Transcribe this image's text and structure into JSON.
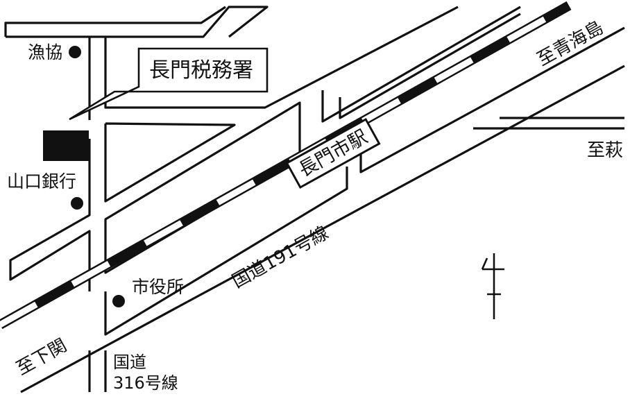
{
  "map": {
    "colors": {
      "ink": "#111111",
      "paper": "#ffffff"
    },
    "callout": {
      "label": "長門税務署"
    },
    "station": {
      "label": "長門市駅"
    },
    "places": {
      "fisheries_coop": "漁協",
      "yamaguchi_bank": "山口銀行",
      "city_hall": "市役所"
    },
    "roads": {
      "route191": "国道191号線",
      "route316_line1": "国道",
      "route316_line2": "316号線"
    },
    "directions": {
      "aomi": "至青海島",
      "hagi": "至萩",
      "shimonoseki": "至下関"
    },
    "compass": {
      "icon": "north-arrow-icon"
    }
  }
}
